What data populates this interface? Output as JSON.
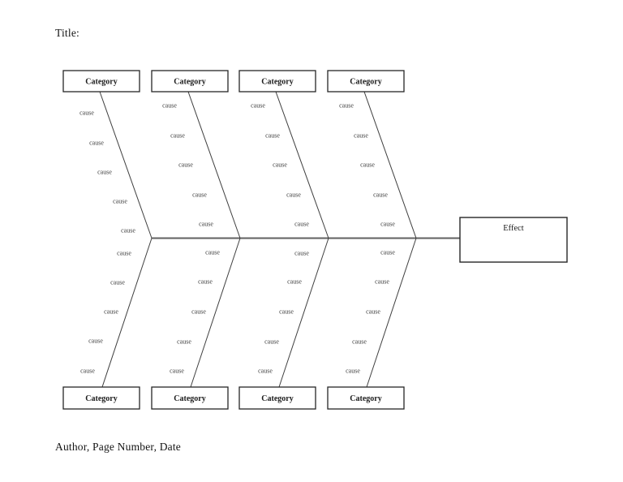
{
  "page": {
    "title": "Title:",
    "footer": "Author, Page Number, Date"
  },
  "diagram": {
    "type": "fishbone-ishikawa-template",
    "effect_label": "Effect",
    "top_branches": [
      {
        "category": "Category",
        "causes": [
          "cause",
          "cause",
          "cause",
          "cause",
          "cause"
        ]
      },
      {
        "category": "Category",
        "causes": [
          "cause",
          "cause",
          "cause",
          "cause",
          "cause"
        ]
      },
      {
        "category": "Category",
        "causes": [
          "cause",
          "cause",
          "cause",
          "cause",
          "cause"
        ]
      },
      {
        "category": "Category",
        "causes": [
          "cause",
          "cause",
          "cause",
          "cause",
          "cause"
        ]
      }
    ],
    "bottom_branches": [
      {
        "category": "Category",
        "causes": [
          "cause",
          "cause",
          "cause",
          "cause",
          "cause"
        ]
      },
      {
        "category": "Category",
        "causes": [
          "cause",
          "cause",
          "cause",
          "cause",
          "cause"
        ]
      },
      {
        "category": "Category",
        "causes": [
          "cause",
          "cause",
          "cause",
          "cause",
          "cause"
        ]
      },
      {
        "category": "Category",
        "causes": [
          "cause",
          "cause",
          "cause",
          "cause",
          "cause"
        ]
      }
    ],
    "colors": {
      "background": "#ffffff",
      "branch_line": "#3f3f3f",
      "spine_line": "#616161",
      "box_border": "#262626",
      "box_fill": "#ffffff",
      "heading_text": "#1b1b1b",
      "cause_text": "#3d3d3d"
    }
  }
}
